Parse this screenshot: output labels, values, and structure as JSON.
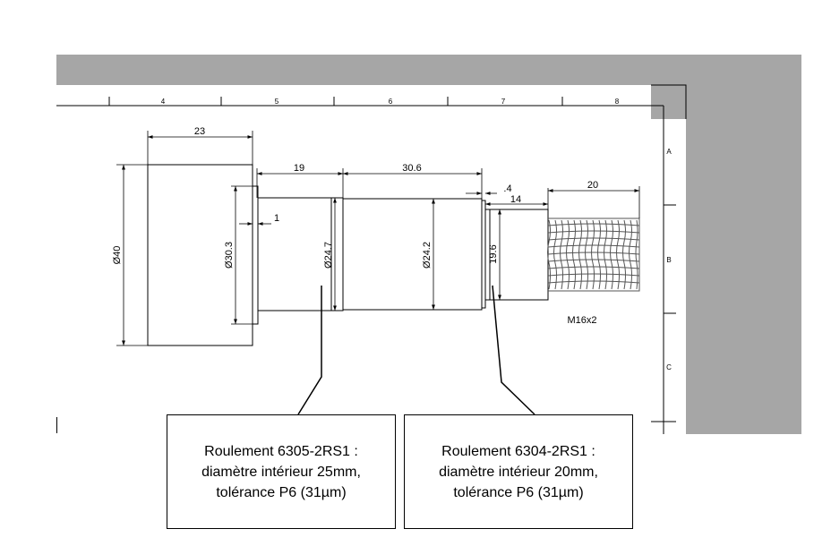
{
  "sheet": {
    "column_labels": [
      "4",
      "5",
      "6",
      "7",
      "8"
    ],
    "row_labels": [
      "A",
      "B",
      "C"
    ]
  },
  "dimensions": {
    "len_flange": "23",
    "len_bearing_seat_1": "19",
    "len_middle": "30.6",
    "len_groove": ".4",
    "len_bearing_seat_2": "14",
    "len_thread": "20",
    "shoulder": "1",
    "dia_flange": "Ø40",
    "dia_recess": "Ø30.3",
    "dia_seat_1": "Ø24.7",
    "dia_middle": "Ø24.2",
    "dia_seat_2": "19.6"
  },
  "thread_label": "M16x2",
  "callouts": [
    {
      "line1": "Roulement 6305-2RS1 :",
      "line2": "diamètre intérieur 25mm,",
      "line3": "tolérance P6 (31µm)"
    },
    {
      "line1": "Roulement 6304-2RS1 :",
      "line2": "diamètre intérieur 20mm,",
      "line3": "tolérance P6 (31µm)"
    }
  ],
  "colors": {
    "frame_gray": "#a6a6a6",
    "line": "#000000",
    "thread": "#555555"
  }
}
